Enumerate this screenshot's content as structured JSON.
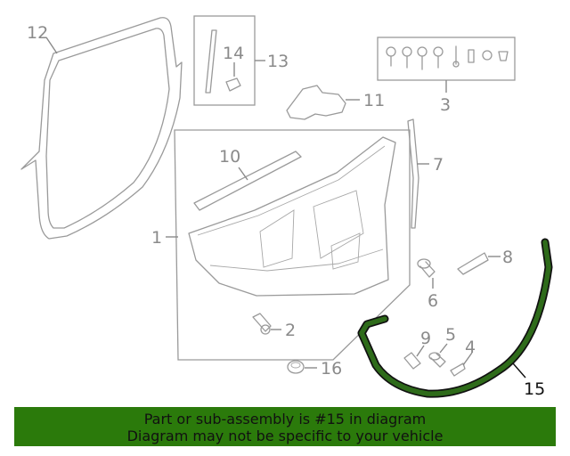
{
  "diagram": {
    "callouts": {
      "p1": "1",
      "p2": "2",
      "p3": "3",
      "p4": "4",
      "p5": "5",
      "p6": "6",
      "p7": "7",
      "p8": "8",
      "p9": "9",
      "p10": "10",
      "p11": "11",
      "p12": "12",
      "p13": "13",
      "p14": "14",
      "p15": "15",
      "p16": "16"
    },
    "highlighted_part": "15",
    "colors": {
      "highlight": "#2e6b1a",
      "banner": "#2b7a0b",
      "line": "#9a9a9a"
    }
  },
  "banner": {
    "line1": "Part or sub-assembly is #15 in diagram",
    "line2": "Diagram may not be specific to your vehicle"
  }
}
